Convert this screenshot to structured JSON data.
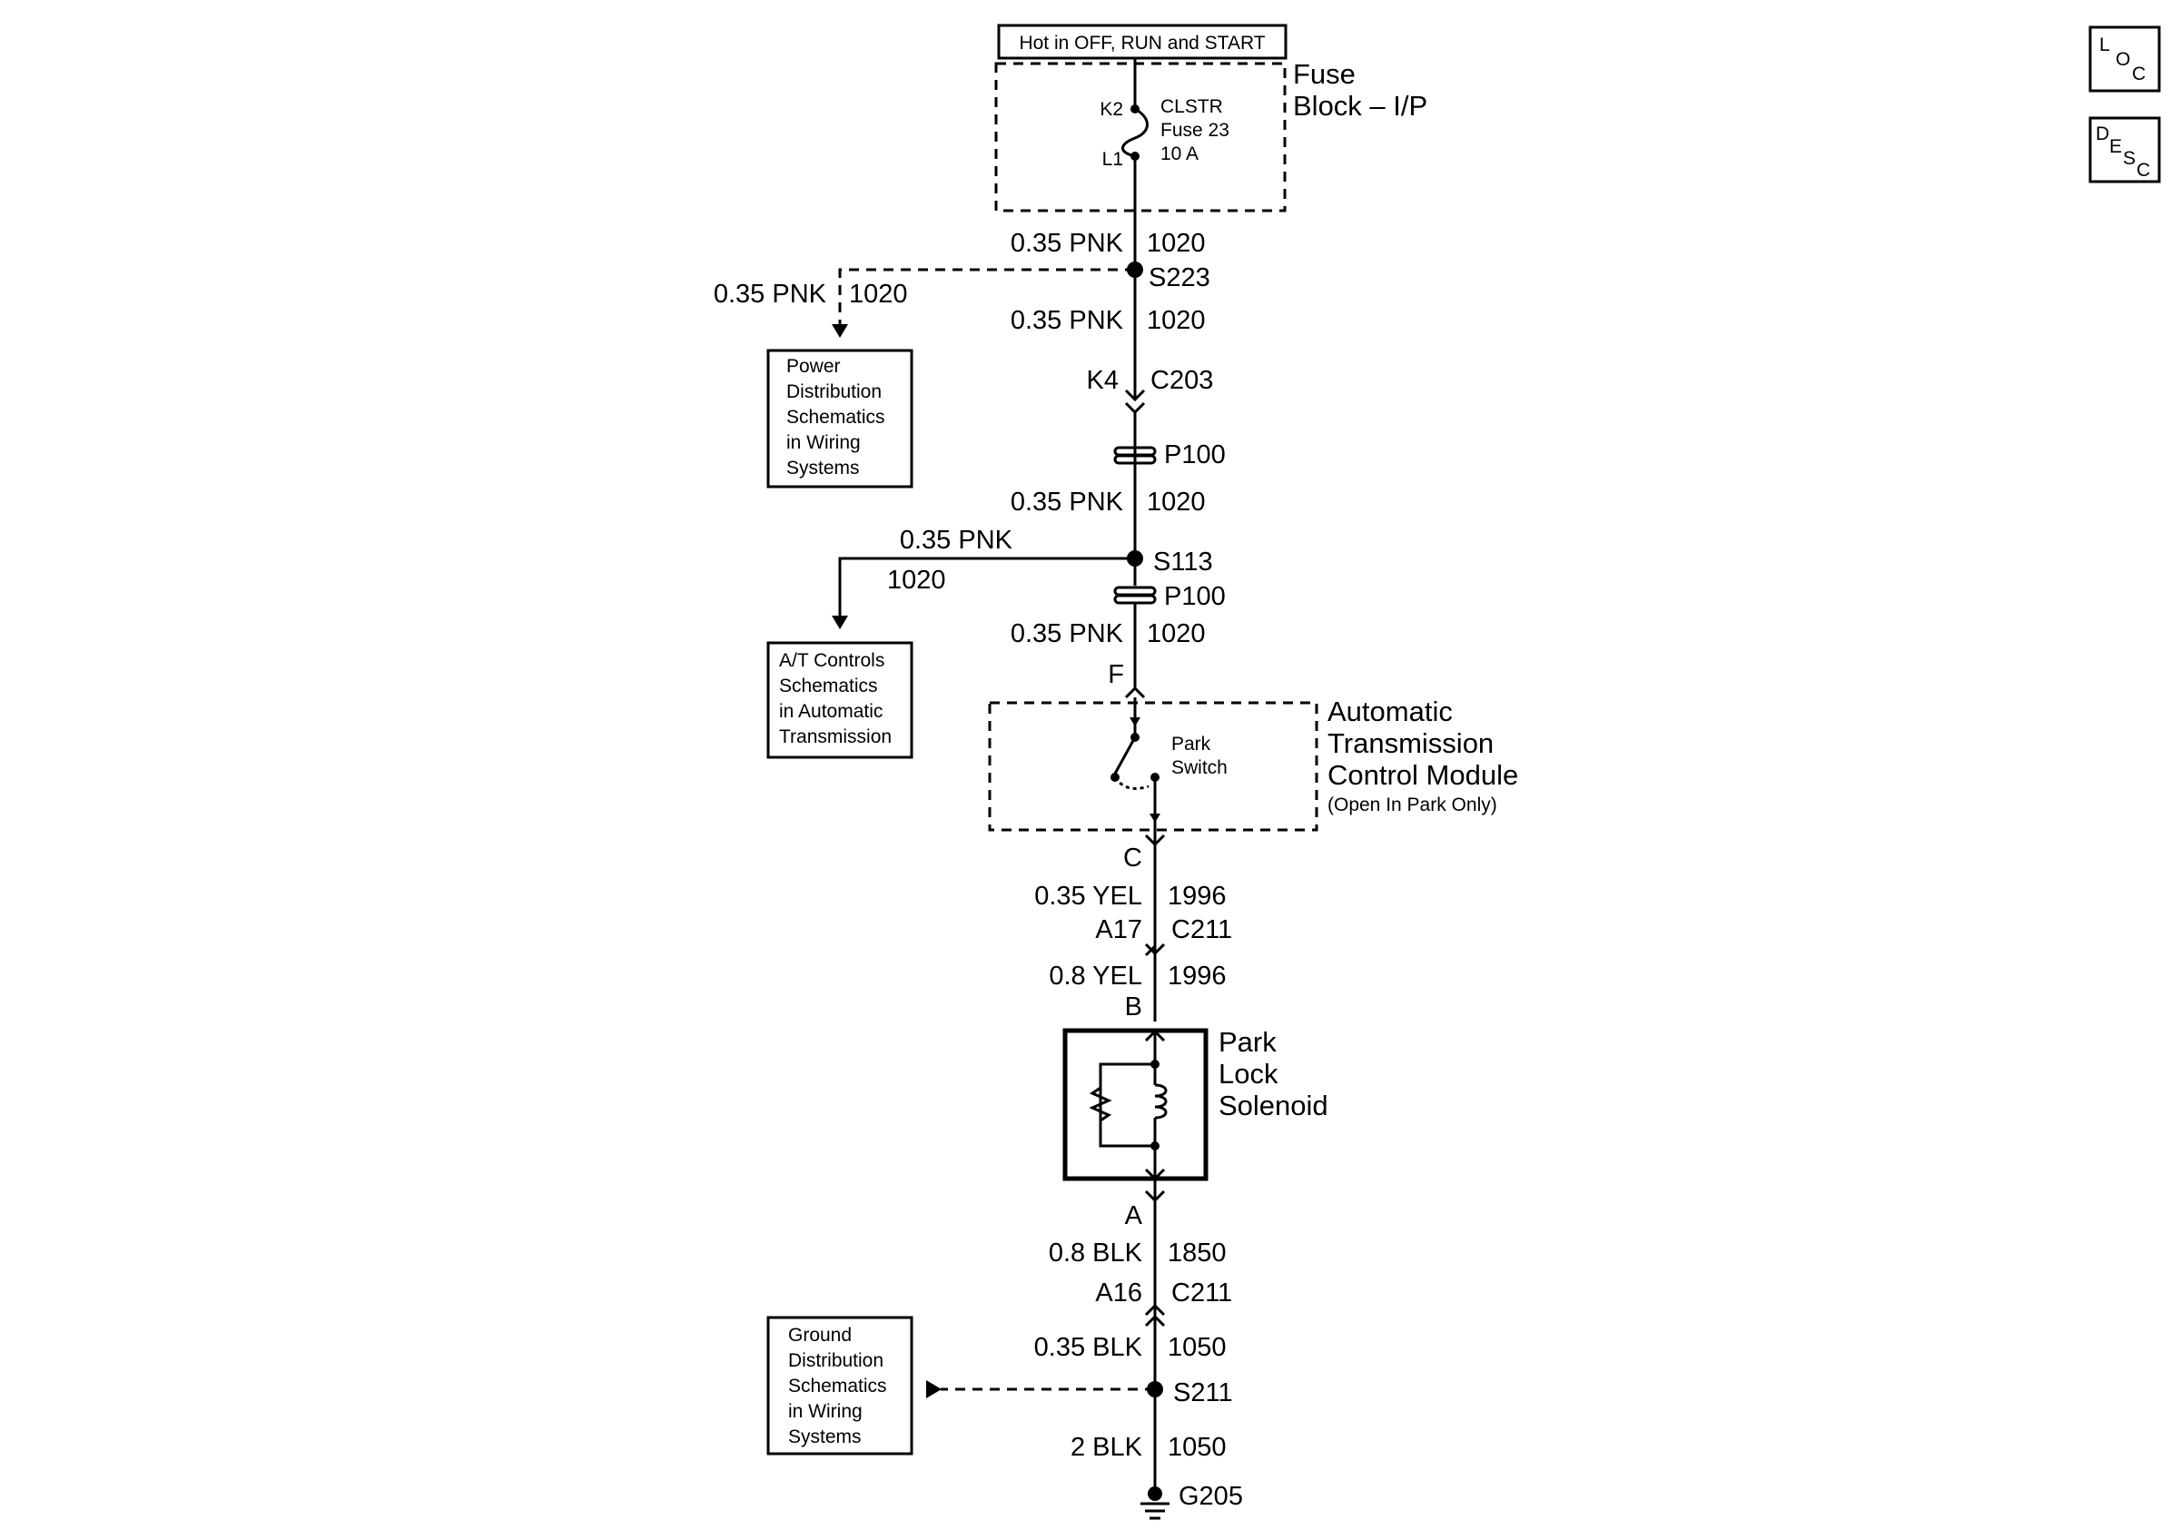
{
  "hot_label": "Hot in OFF, RUN and START",
  "fuse_block": {
    "line1": "Fuse",
    "line2": "Block – I/P"
  },
  "fuse": {
    "name": "CLSTR",
    "number": "Fuse 23",
    "rating": "10 A",
    "pin_in": "K2",
    "pin_out": "L1"
  },
  "wires": {
    "w1": {
      "gauge_color": "0.35 PNK",
      "circuit": "1020"
    },
    "w_branch1": {
      "gauge_color": "0.35 PNK",
      "circuit": "1020"
    },
    "w2": {
      "gauge_color": "0.35 PNK",
      "circuit": "1020"
    },
    "w3": {
      "gauge_color": "0.35 PNK",
      "circuit": "1020"
    },
    "w_branch2": {
      "gauge_color": "0.35 PNK",
      "circuit": "1020"
    },
    "w4": {
      "gauge_color": "0.35 PNK",
      "circuit": "1020"
    },
    "w5": {
      "gauge_color": "0.35 YEL",
      "circuit": "1996"
    },
    "w6": {
      "gauge_color": "0.8 YEL",
      "circuit": "1996"
    },
    "w7": {
      "gauge_color": "0.8 BLK",
      "circuit": "1850"
    },
    "w8": {
      "gauge_color": "0.35 BLK",
      "circuit": "1050"
    },
    "w9": {
      "gauge_color": "2 BLK",
      "circuit": "1050"
    }
  },
  "splices": {
    "s1": "S223",
    "s2": "S113",
    "s3": "S211"
  },
  "connectors": {
    "c203": {
      "pin": "K4",
      "name": "C203"
    },
    "p100a": "P100",
    "p100b": "P100",
    "c211a": {
      "pin": "A17",
      "name": "C211"
    },
    "c211b": {
      "pin": "A16",
      "name": "C211"
    }
  },
  "refs": {
    "power": [
      "Power",
      "Distribution",
      "Schematics",
      "in Wiring",
      "Systems"
    ],
    "at": [
      "A/T Controls",
      "Schematics",
      "in Automatic",
      "Transmission"
    ],
    "ground": [
      "Ground",
      "Distribution",
      "Schematics",
      "in Wiring",
      "Systems"
    ]
  },
  "tcm": {
    "title": [
      "Automatic",
      "Transmission",
      "Control Module"
    ],
    "note": "(Open In Park Only)",
    "switch": [
      "Park",
      "Switch"
    ],
    "pin_in": "F",
    "pin_out": "C"
  },
  "solenoid": {
    "title": [
      "Park",
      "Lock",
      "Solenoid"
    ],
    "pin_in": "B",
    "pin_out": "A"
  },
  "ground": "G205",
  "icons": {
    "loc": {
      "l1": "L",
      "l2": "O",
      "l3": "C"
    },
    "desc": {
      "l1": "D",
      "l2": "E",
      "l3": "S",
      "l4": "C"
    }
  }
}
